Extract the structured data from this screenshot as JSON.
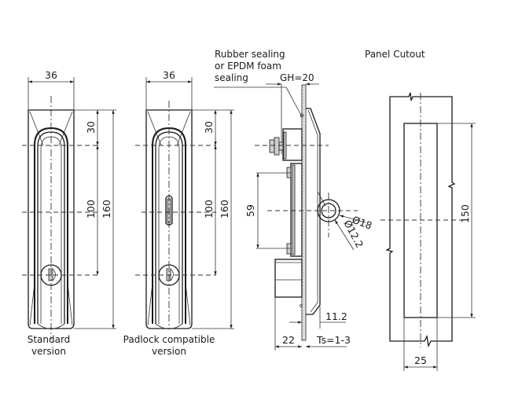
{
  "labels": {
    "standard_line1": "Standard",
    "standard_line2": "version",
    "padlock_line1": "Padlock compatible",
    "padlock_line2": "version",
    "sealing_line1": "Rubber sealing",
    "sealing_line2": "or EPDM foam",
    "sealing_line3": "sealing",
    "panel_cutout": "Panel Cutout"
  },
  "dimensions": {
    "standard_width": "36",
    "standard_top_offset": "30",
    "standard_pitch": "100",
    "standard_height": "160",
    "padlock_width": "36",
    "padlock_top_offset": "30",
    "padlock_pitch": "100",
    "padlock_height": "160",
    "grip_height": "GH=20",
    "bolt_pitch": "59",
    "hole_outer_dia": "Ø18",
    "hole_inner_dia": "Ø12.2",
    "depth_front": "11.2",
    "depth_rear": "22",
    "panel_thickness": "Ts=1-3",
    "cutout_height": "150",
    "cutout_width": "25"
  }
}
